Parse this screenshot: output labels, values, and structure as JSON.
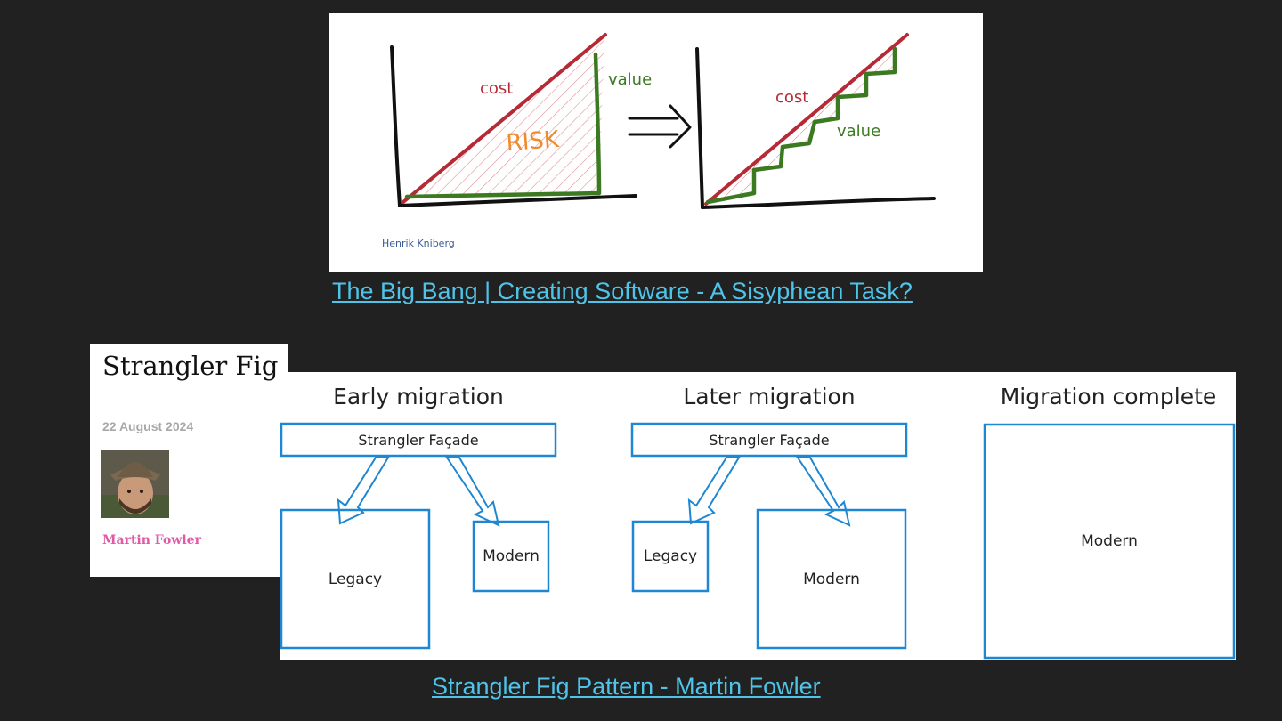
{
  "bigbang": {
    "link_text": "The Big Bang | Creating Software - A Sisyphean Task?",
    "left_panel": {
      "cost": "cost",
      "value": "value",
      "risk": "RISK"
    },
    "right_panel": {
      "cost": "cost",
      "value": "value"
    },
    "credit": "Henrik Kniberg",
    "colors": {
      "cost": "#b52a35",
      "value": "#3c7a22",
      "risk": "#f08a2a"
    }
  },
  "article": {
    "title": "Strangler Fig",
    "date": "22 August 2024",
    "author": "Martin Fowler",
    "author_color": "#e05aa8"
  },
  "migration": {
    "border_color": "#1f86d1",
    "stages": [
      {
        "title": "Early migration",
        "facade": "Strangler Façade",
        "left_box": "Legacy",
        "right_box": "Modern"
      },
      {
        "title": "Later migration",
        "facade": "Strangler Façade",
        "left_box": "Legacy",
        "right_box": "Modern"
      },
      {
        "title": "Migration complete",
        "box": "Modern"
      }
    ]
  },
  "strangler_link": {
    "text": "Strangler Fig Pattern - Martin Fowler"
  }
}
